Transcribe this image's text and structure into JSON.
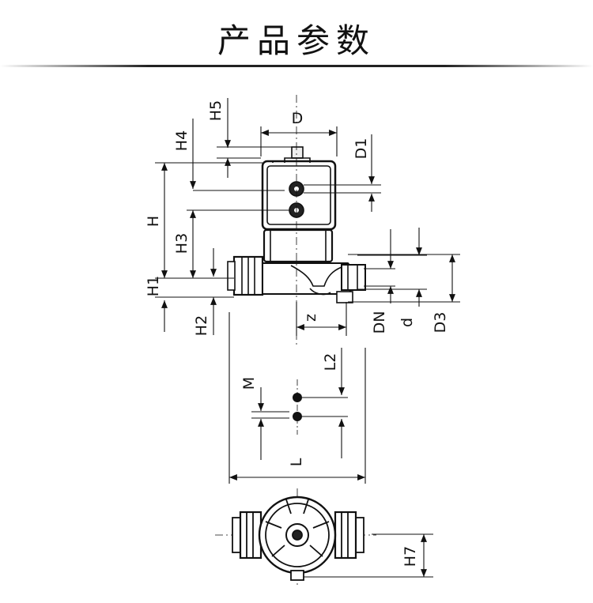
{
  "header": {
    "title": "产品参数"
  },
  "dimensions": {
    "D": "D",
    "D1": "D1",
    "H": "H",
    "H1": "H1",
    "H2": "H2",
    "H3": "H3",
    "H4": "H4",
    "H5": "H5",
    "H7": "H7",
    "DN": "DN",
    "d": "d",
    "D3": "D3",
    "z": "z",
    "L": "L",
    "L2": "L2",
    "M": "M"
  }
}
